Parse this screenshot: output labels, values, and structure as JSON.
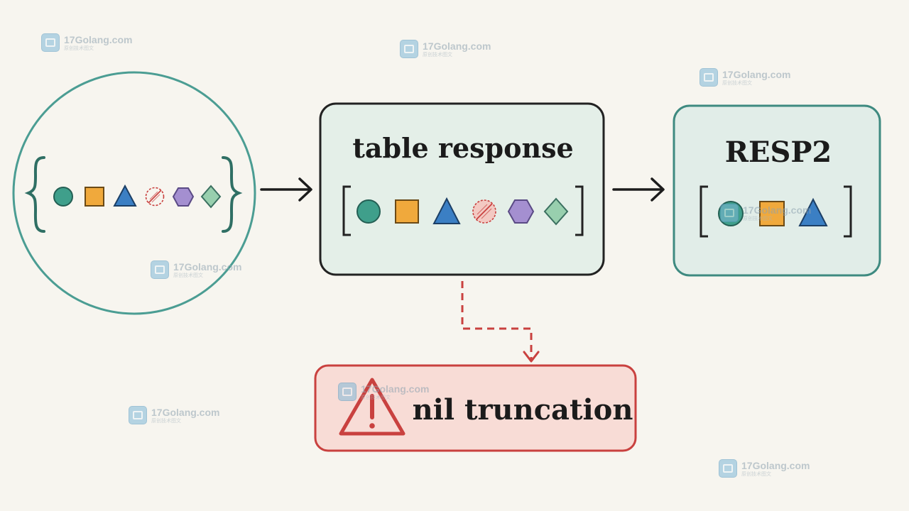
{
  "source_set": {
    "element_icons": [
      "circle-icon",
      "square-icon",
      "triangle-icon",
      "nil-icon",
      "hexagon-icon",
      "diamond-icon"
    ]
  },
  "table_response": {
    "title": "table response",
    "element_icons": [
      "circle-icon",
      "square-icon",
      "triangle-icon",
      "nil-icon",
      "hexagon-icon",
      "diamond-icon"
    ]
  },
  "resp2": {
    "title": "RESP2",
    "element_icons": [
      "circle-icon",
      "square-icon",
      "triangle-icon"
    ]
  },
  "warning": {
    "label": "nil truncation",
    "icon": "warning-icon"
  },
  "watermark": {
    "site": "17Golang.com",
    "subtitle": "原创技术图文"
  },
  "colors": {
    "teal": "#3e9a8c",
    "teal_fill": "#3f9f8b",
    "orange": "#f0a93c",
    "blue": "#3b7fc4",
    "red": "#c9413f",
    "purple": "#a48fd0",
    "green": "#98cfae",
    "box_fill": "#e4efe8",
    "warning_fill": "#f8dcd6"
  }
}
